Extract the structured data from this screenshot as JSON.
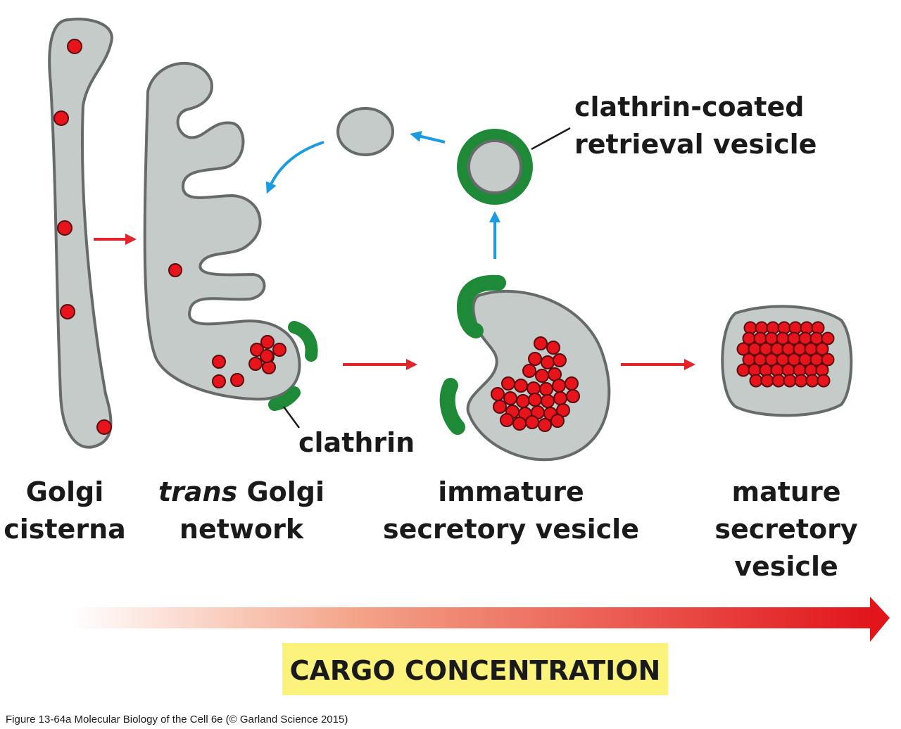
{
  "labels": {
    "golgi_cisterna": [
      "Golgi",
      "cisterna"
    ],
    "trans_golgi_italic": "trans",
    "trans_golgi_rest": " Golgi",
    "trans_golgi_line2": "network",
    "immature": [
      "immature",
      "secretory vesicle"
    ],
    "mature": [
      "mature",
      "secretory",
      "vesicle"
    ],
    "clathrin": "clathrin",
    "retrieval": [
      "clathrin-coated",
      "retrieval vesicle"
    ],
    "cargo_concentration": "CARGO CONCENTRATION"
  },
  "caption": "Figure 13-64a  Molecular Biology of the Cell 6e (© Garland Science 2015)",
  "colors": {
    "membrane_fill": "#c5cbc9",
    "membrane_stroke": "#666b6a",
    "cargo_red": "#e8141c",
    "clathrin_green": "#1e8a38",
    "red_arrow": "#e2252b",
    "blue_arrow": "#1b9be0",
    "highlight_yellow": "#fbf27b"
  }
}
